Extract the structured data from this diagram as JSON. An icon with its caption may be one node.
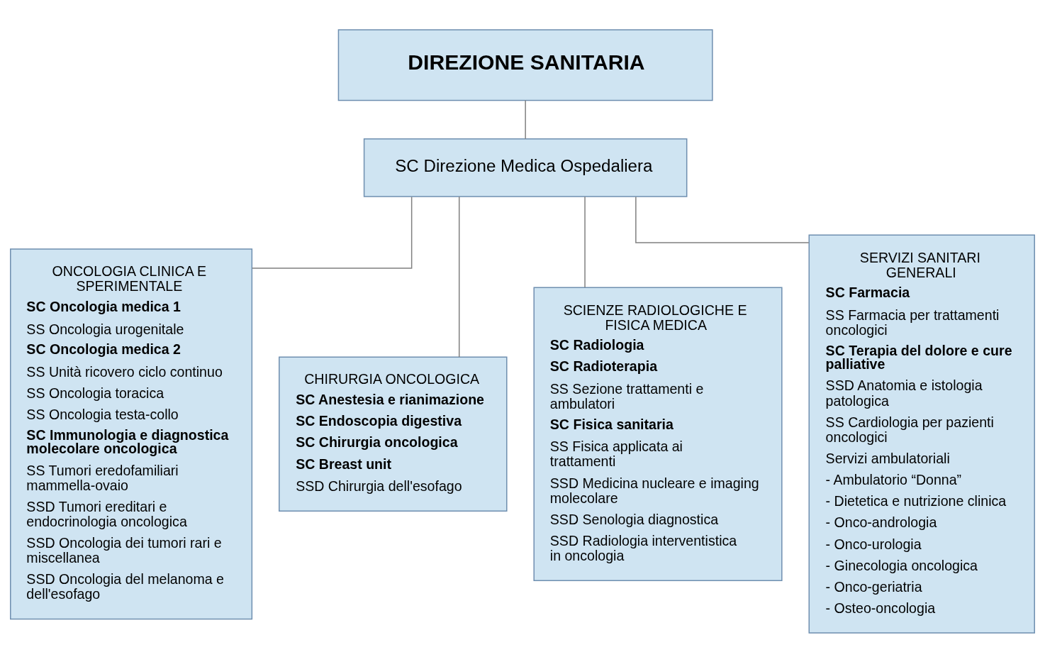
{
  "diagram": {
    "nodes": [
      {
        "text": [
          "DIREZIONE SANITARIA"
        ]
      },
      {
        "text": [
          "SC Direzione Medica Ospedaliera"
        ]
      },
      {
        "text": [
          "ONCOLOGIA CLINICA E SPERIMENTALE",
          "**SC Oncologia medica 1**",
          "SS Oncologia urogenitale",
          "**SC Oncologia medica 2**",
          "SS Unità ricovero ciclo continuo",
          "SS Oncologia toracica",
          "SS Oncologia testa-collo",
          "**SC Immunologia e diagnostica molecolare oncologica**",
          "SS Tumori eredofamiliari mammella-ovaio",
          "SSD Tumori ereditari e endocrinologia oncologica",
          "SSD Oncologia dei tumori rari e miscellanea",
          "SSD Oncologia del melanoma e dell'esofago"
        ]
      },
      {
        "text": [
          "CHIRURGIA ONCOLOGICA",
          "**SC Anestesia e rianimazione**",
          "**SC Endoscopia digestiva**",
          "**SC Chirurgia oncologica**",
          "**SC Breast unit**",
          "SSD Chirurgia dell'esofago"
        ]
      },
      {
        "text": [
          "SCIENZE RADIOLOGICHE E FISICA MEDICA",
          "**SC Radiologia**",
          "**SC Radioterapia**",
          "SS Sezione trattamenti e ambulatori",
          "**SC Fisica sanitaria**",
          "SS Fisica applicata ai trattamenti",
          "SSD Medicina nucleare e imaging molecolare",
          "SSD Senologia diagnostica",
          "SSD Radiologia interventistica in oncologia"
        ]
      },
      {
        "text": [
          "SERVIZI SANITARI GENERALI",
          "**SC Farmacia**",
          "SS Farmacia per trattamenti oncologici",
          "**SC Terapia del dolore e cure palliative**",
          "SSD Anatomia e istologia patologica",
          "SS Cardiologia per pazienti oncologici",
          "Servizi ambulatoriali",
          "- Ambulatorio “Donna”",
          "- Dietetica e nutrizione clinica",
          "- Onco-andrologia",
          "- Onco-urologia",
          "- Ginecologia oncologica",
          "- Onco-geriatria",
          "- Osteo-oncologia"
        ]
      }
    ],
    "edges": [
      {
        "from": 0,
        "to": 1,
        "arrow": "none"
      },
      {
        "from": 1,
        "to": 2,
        "arrow": "none"
      },
      {
        "from": 1,
        "to": 3,
        "arrow": "none"
      },
      {
        "from": 1,
        "to": 4,
        "arrow": "none"
      },
      {
        "from": 1,
        "to": 5,
        "arrow": "none"
      }
    ]
  }
}
